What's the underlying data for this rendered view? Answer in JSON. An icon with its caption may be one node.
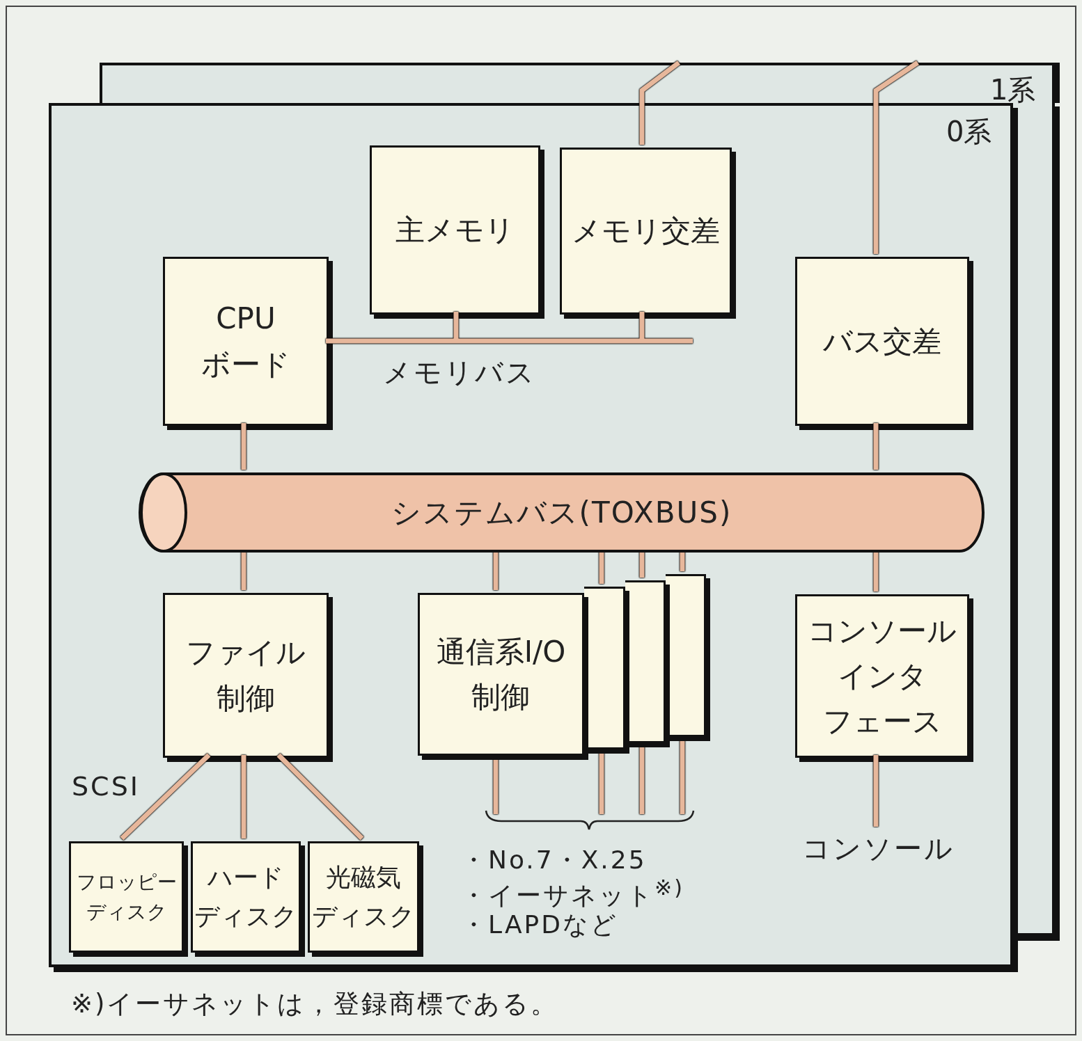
{
  "diagram": {
    "caption": "※)イーサネットは，登録商標である。",
    "nodes": [
      {
        "text": [
          "1系"
        ]
      },
      {
        "text": [
          "0系"
        ]
      },
      {
        "text": [
          "主メモリ"
        ],
        "in": 1
      },
      {
        "text": [
          "メモリ交差"
        ],
        "in": 1
      },
      {
        "text": [
          "CPUボード"
        ],
        "in": 1
      },
      {
        "text": [
          "バス交差"
        ],
        "in": 1
      },
      {
        "text": [
          "システムバス(TOXBUS)"
        ],
        "in": 1
      },
      {
        "text": [
          "ファイル制御"
        ],
        "in": 1
      },
      {
        "text": [
          "通信系I/O制御"
        ],
        "in": 1
      },
      {
        "text": [],
        "shape": "box",
        "in": 1
      },
      {
        "text": [],
        "shape": "box",
        "in": 1
      },
      {
        "text": [],
        "shape": "box",
        "in": 1
      },
      {
        "text": [
          "コンソールインタフェース"
        ],
        "in": 1
      },
      {
        "text": [
          "フロッピーディスク"
        ],
        "in": 1
      },
      {
        "text": [
          "ハードディスク"
        ],
        "in": 1
      },
      {
        "text": [
          "光磁気ディスク"
        ],
        "in": 1
      },
      {
        "text": [
          "コンソール"
        ],
        "in": 1
      }
    ],
    "edges": [
      {
        "from": 4,
        "to": 2,
        "arrow": "none"
      },
      {
        "from": 4,
        "to": 3,
        "arrow": "none"
      },
      {
        "from": 3,
        "to": 0,
        "arrow": "none"
      },
      {
        "from": 5,
        "to": 0,
        "arrow": "none"
      },
      {
        "from": 4,
        "to": 6,
        "arrow": "none"
      },
      {
        "from": 6,
        "to": 5,
        "arrow": "none"
      },
      {
        "from": 6,
        "to": 7,
        "arrow": "none"
      },
      {
        "from": 6,
        "to": 8,
        "arrow": "none"
      },
      {
        "from": 6,
        "to": 9,
        "arrow": "none"
      },
      {
        "from": 6,
        "to": 10,
        "arrow": "none"
      },
      {
        "from": 6,
        "to": 11,
        "arrow": "none"
      },
      {
        "from": 6,
        "to": 12,
        "arrow": "none"
      },
      {
        "from": 12,
        "to": 16,
        "arrow": "none"
      },
      {
        "from": 7,
        "to": 13,
        "arrow": "none"
      },
      {
        "from": 7,
        "to": 14,
        "arrow": "none"
      },
      {
        "from": 7,
        "to": 15,
        "arrow": "none"
      },
      {
        "from": 8,
        "to": null,
        "arrow": "none"
      },
      {
        "from": 9,
        "to": null,
        "arrow": "none"
      },
      {
        "from": 10,
        "to": null,
        "arrow": "none"
      },
      {
        "from": 11,
        "to": null,
        "arrow": "none"
      }
    ],
    "labels": [
      "メモリバス",
      "SCSI",
      "・No.7・X.25",
      "・イーサネット$^{※)}$",
      "・LAPDなど"
    ]
  }
}
